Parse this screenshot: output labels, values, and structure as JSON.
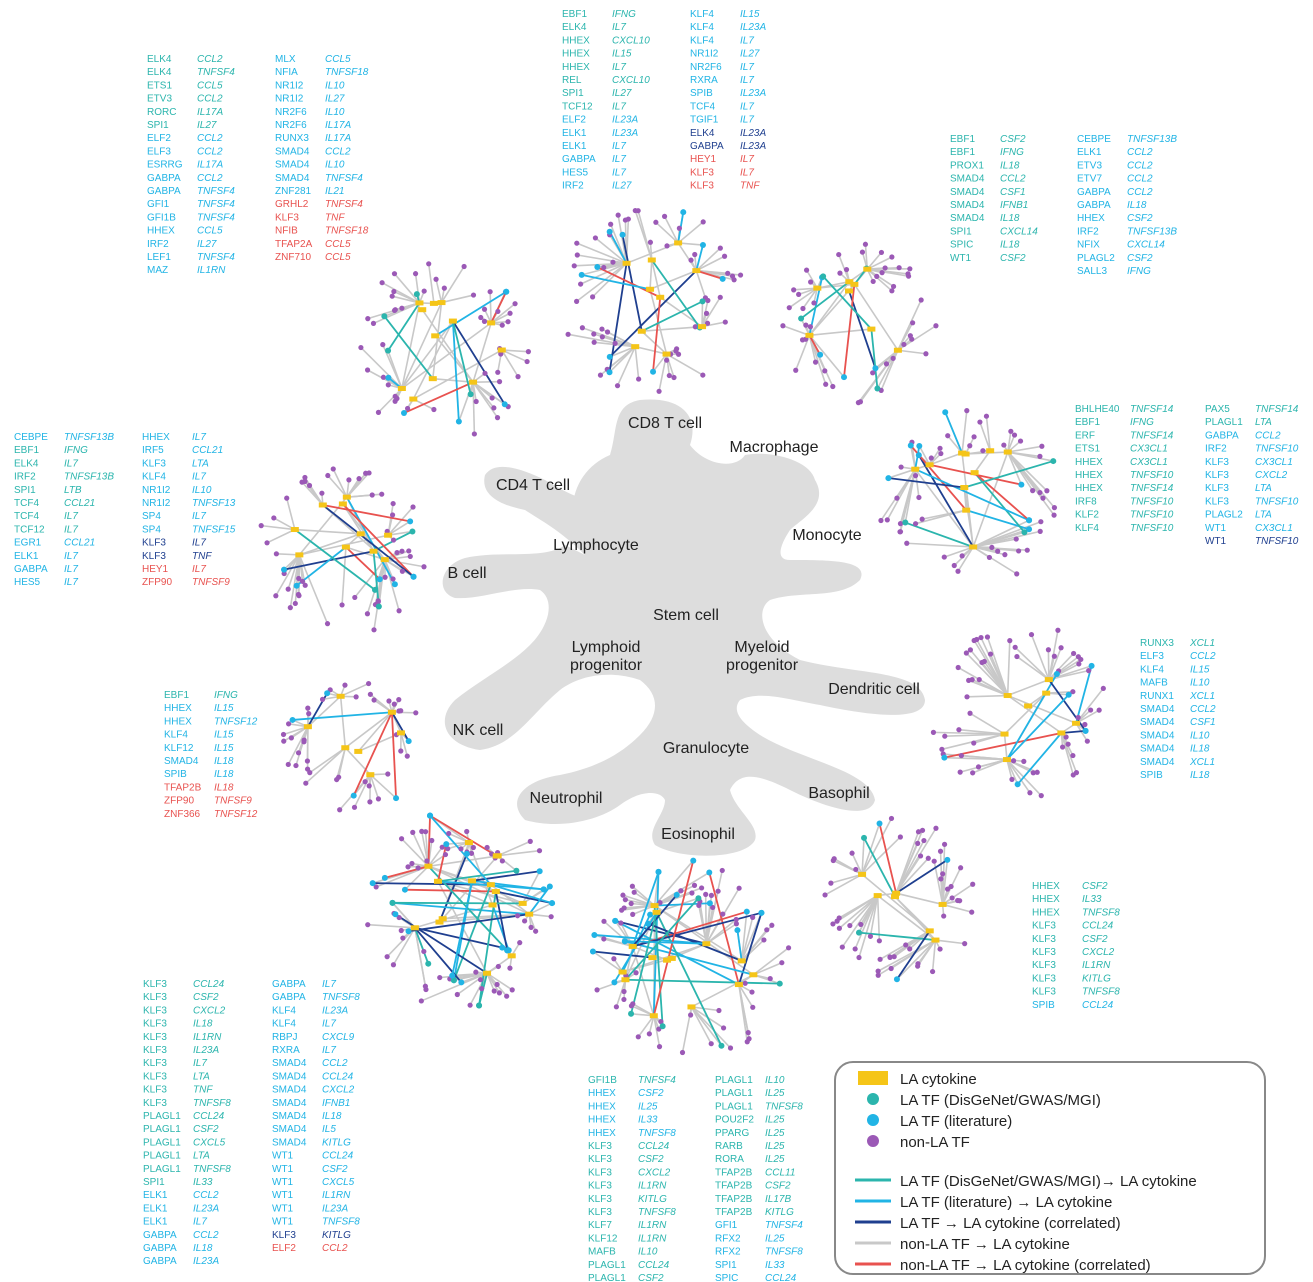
{
  "colors": {
    "green": "#2bb5ad",
    "cyan": "#21b4e5",
    "navy": "#1f3f8f",
    "gray": "#c8c8c8",
    "red": "#e8524f",
    "purple": "#9b59b6",
    "yellow": "#f5c518",
    "blob": "#dddddd"
  },
  "regions": [
    "CD8 T cell",
    "Macrophage",
    "CD4 T cell",
    "Lymphocyte",
    "Monocyte",
    "B cell",
    "Stem cell",
    "Lymphoid progenitor",
    "Myeloid progenitor",
    "Dendritic cell",
    "NK cell",
    "Granulocyte",
    "Neutrophil",
    "Basophil",
    "Eosinophil"
  ],
  "legend": {
    "nodes": [
      "LA cytokine",
      "LA TF (DisGeNet/GWAS/MGI)",
      "LA TF (literature)",
      "non-LA TF"
    ],
    "edges": [
      "LA TF (DisGeNet/GWAS/MGI)→ LA cytokine",
      "LA TF (literature) → LA cytokine",
      "LA TF → LA cytokine (correlated)",
      "non-LA TF → LA cytokine",
      "non-LA TF → LA cytokine (correlated)"
    ]
  },
  "lists": {
    "cd4_a": [
      [
        "ELK4",
        "CCL2",
        "g"
      ],
      [
        "ELK4",
        "TNFSF4",
        "g"
      ],
      [
        "ETS1",
        "CCL5",
        "g"
      ],
      [
        "ETV3",
        "CCL2",
        "g"
      ],
      [
        "RORC",
        "IL17A",
        "g"
      ],
      [
        "SPI1",
        "IL27",
        "g"
      ],
      [
        "ELF2",
        "CCL2",
        "c"
      ],
      [
        "ELF3",
        "CCL2",
        "c"
      ],
      [
        "ESRRG",
        "IL17A",
        "c"
      ],
      [
        "GABPA",
        "CCL2",
        "c"
      ],
      [
        "GABPA",
        "TNFSF4",
        "c"
      ],
      [
        "GFI1",
        "TNFSF4",
        "c"
      ],
      [
        "GFI1B",
        "TNFSF4",
        "c"
      ],
      [
        "HHEX",
        "CCL5",
        "c"
      ],
      [
        "IRF2",
        "IL27",
        "c"
      ],
      [
        "LEF1",
        "TNFSF4",
        "c"
      ],
      [
        "MAZ",
        "IL1RN",
        "c"
      ]
    ],
    "cd4_b": [
      [
        "MLX",
        "CCL5",
        "c"
      ],
      [
        "NFIA",
        "TNFSF18",
        "c"
      ],
      [
        "NR1I2",
        "IL10",
        "c"
      ],
      [
        "NR1I2",
        "IL27",
        "c"
      ],
      [
        "NR2F6",
        "IL10",
        "c"
      ],
      [
        "NR2F6",
        "IL17A",
        "c"
      ],
      [
        "RUNX3",
        "IL17A",
        "c"
      ],
      [
        "SMAD4",
        "CCL2",
        "c"
      ],
      [
        "SMAD4",
        "IL10",
        "c"
      ],
      [
        "SMAD4",
        "TNFSF4",
        "c"
      ],
      [
        "ZNF281",
        "IL21",
        "c"
      ],
      [
        "GRHL2",
        "TNFSF4",
        "r"
      ],
      [
        "KLF3",
        "TNF",
        "r"
      ],
      [
        "NFIB",
        "TNFSF18",
        "r"
      ],
      [
        "TFAP2A",
        "CCL5",
        "r"
      ],
      [
        "ZNF710",
        "CCL5",
        "r"
      ]
    ],
    "cd8_a": [
      [
        "EBF1",
        "IFNG",
        "g"
      ],
      [
        "ELK4",
        "IL7",
        "g"
      ],
      [
        "HHEX",
        "CXCL10",
        "g"
      ],
      [
        "HHEX",
        "IL15",
        "g"
      ],
      [
        "HHEX",
        "IL7",
        "g"
      ],
      [
        "REL",
        "CXCL10",
        "g"
      ],
      [
        "SPI1",
        "IL27",
        "g"
      ],
      [
        "TCF12",
        "IL7",
        "g"
      ],
      [
        "ELF2",
        "IL23A",
        "c"
      ],
      [
        "ELK1",
        "IL23A",
        "c"
      ],
      [
        "ELK1",
        "IL7",
        "c"
      ],
      [
        "GABPA",
        "IL7",
        "c"
      ],
      [
        "HES5",
        "IL7",
        "c"
      ],
      [
        "IRF2",
        "IL27",
        "c"
      ]
    ],
    "cd8_b": [
      [
        "KLF4",
        "IL15",
        "c"
      ],
      [
        "KLF4",
        "IL23A",
        "c"
      ],
      [
        "KLF4",
        "IL7",
        "c"
      ],
      [
        "NR1I2",
        "IL27",
        "c"
      ],
      [
        "NR2F6",
        "IL7",
        "c"
      ],
      [
        "RXRA",
        "IL7",
        "c"
      ],
      [
        "SPIB",
        "IL23A",
        "c"
      ],
      [
        "TCF4",
        "IL7",
        "c"
      ],
      [
        "TGIF1",
        "IL7",
        "c"
      ],
      [
        "ELK4",
        "IL23A",
        "n"
      ],
      [
        "GABPA",
        "IL23A",
        "n"
      ],
      [
        "HEY1",
        "IL7",
        "r"
      ],
      [
        "KLF3",
        "IL7",
        "r"
      ],
      [
        "KLF3",
        "TNF",
        "r"
      ]
    ],
    "mac_a": [
      [
        "EBF1",
        "CSF2",
        "g"
      ],
      [
        "EBF1",
        "IFNG",
        "g"
      ],
      [
        "PROX1",
        "IL18",
        "g"
      ],
      [
        "SMAD4",
        "CCL2",
        "g"
      ],
      [
        "SMAD4",
        "CSF1",
        "g"
      ],
      [
        "SMAD4",
        "IFNB1",
        "g"
      ],
      [
        "SMAD4",
        "IL18",
        "g"
      ],
      [
        "SPI1",
        "CXCL14",
        "g"
      ],
      [
        "SPIC",
        "IL18",
        "g"
      ],
      [
        "WT1",
        "CSF2",
        "g"
      ]
    ],
    "mac_b": [
      [
        "CEBPE",
        "TNFSF13B",
        "c"
      ],
      [
        "ELK1",
        "CCL2",
        "c"
      ],
      [
        "ETV3",
        "CCL2",
        "c"
      ],
      [
        "ETV7",
        "CCL2",
        "c"
      ],
      [
        "GABPA",
        "CCL2",
        "c"
      ],
      [
        "GABPA",
        "IL18",
        "c"
      ],
      [
        "HHEX",
        "CSF2",
        "c"
      ],
      [
        "IRF2",
        "TNFSF13B",
        "c"
      ],
      [
        "NFIX",
        "CXCL14",
        "c"
      ],
      [
        "PLAGL2",
        "CSF2",
        "c"
      ],
      [
        "SALL3",
        "IFNG",
        "c"
      ]
    ],
    "mono_a": [
      [
        "BHLHE40",
        "TNFSF14",
        "g"
      ],
      [
        "EBF1",
        "IFNG",
        "g"
      ],
      [
        "ERF",
        "TNFSF14",
        "g"
      ],
      [
        "ETS1",
        "CX3CL1",
        "g"
      ],
      [
        "HHEX",
        "CX3CL1",
        "g"
      ],
      [
        "HHEX",
        "TNFSF10",
        "g"
      ],
      [
        "HHEX",
        "TNFSF14",
        "g"
      ],
      [
        "IRF8",
        "TNFSF10",
        "g"
      ],
      [
        "KLF2",
        "TNFSF10",
        "g"
      ],
      [
        "KLF4",
        "TNFSF10",
        "g"
      ]
    ],
    "mono_b": [
      [
        "PAX5",
        "TNFSF14",
        "g"
      ],
      [
        "PLAGL1",
        "LTA",
        "g"
      ],
      [
        "GABPA",
        "CCL2",
        "c"
      ],
      [
        "IRF2",
        "TNFSF10",
        "c"
      ],
      [
        "KLF3",
        "CX3CL1",
        "c"
      ],
      [
        "KLF3",
        "CXCL2",
        "c"
      ],
      [
        "KLF3",
        "LTA",
        "c"
      ],
      [
        "KLF3",
        "TNFSF10",
        "c"
      ],
      [
        "PLAGL2",
        "LTA",
        "c"
      ],
      [
        "WT1",
        "CX3CL1",
        "c"
      ],
      [
        "WT1",
        "TNFSF10",
        "n"
      ]
    ],
    "bcell_a": [
      [
        "CEBPE",
        "TNFSF13B",
        "c"
      ],
      [
        "EBF1",
        "IFNG",
        "g"
      ],
      [
        "ELK4",
        "IL7",
        "g"
      ],
      [
        "IRF2",
        "TNFSF13B",
        "g"
      ],
      [
        "SPI1",
        "LTB",
        "g"
      ],
      [
        "TCF4",
        "CCL21",
        "g"
      ],
      [
        "TCF4",
        "IL7",
        "g"
      ],
      [
        "TCF12",
        "IL7",
        "g"
      ],
      [
        "EGR1",
        "CCL21",
        "c"
      ],
      [
        "ELK1",
        "IL7",
        "c"
      ],
      [
        "GABPA",
        "IL7",
        "c"
      ],
      [
        "HES5",
        "IL7",
        "c"
      ]
    ],
    "bcell_b": [
      [
        "HHEX",
        "IL7",
        "c"
      ],
      [
        "IRF5",
        "CCL21",
        "c"
      ],
      [
        "KLF3",
        "LTA",
        "c"
      ],
      [
        "KLF4",
        "IL7",
        "c"
      ],
      [
        "NR1I2",
        "IL10",
        "c"
      ],
      [
        "NR1I2",
        "TNFSF13",
        "c"
      ],
      [
        "SP4",
        "IL7",
        "c"
      ],
      [
        "SP4",
        "TNFSF15",
        "c"
      ],
      [
        "KLF3",
        "IL7",
        "n"
      ],
      [
        "KLF3",
        "TNF",
        "n"
      ],
      [
        "HEY1",
        "IL7",
        "r"
      ],
      [
        "ZFP90",
        "TNFSF9",
        "r"
      ]
    ],
    "dc": [
      [
        "RUNX3",
        "XCL1",
        "g"
      ],
      [
        "ELF3",
        "CCL2",
        "c"
      ],
      [
        "KLF4",
        "IL15",
        "c"
      ],
      [
        "MAFB",
        "IL10",
        "c"
      ],
      [
        "RUNX1",
        "XCL1",
        "c"
      ],
      [
        "SMAD4",
        "CCL2",
        "c"
      ],
      [
        "SMAD4",
        "CSF1",
        "c"
      ],
      [
        "SMAD4",
        "IL10",
        "c"
      ],
      [
        "SMAD4",
        "IL18",
        "c"
      ],
      [
        "SMAD4",
        "XCL1",
        "c"
      ],
      [
        "SPIB",
        "IL18",
        "c"
      ]
    ],
    "nk": [
      [
        "EBF1",
        "IFNG",
        "g"
      ],
      [
        "HHEX",
        "IL15",
        "c"
      ],
      [
        "HHEX",
        "TNFSF12",
        "c"
      ],
      [
        "KLF4",
        "IL15",
        "c"
      ],
      [
        "KLF12",
        "IL15",
        "c"
      ],
      [
        "SMAD4",
        "IL18",
        "c"
      ],
      [
        "SPIB",
        "IL18",
        "c"
      ],
      [
        "TFAP2B",
        "IL18",
        "r"
      ],
      [
        "ZFP90",
        "TNFSF9",
        "r"
      ],
      [
        "ZNF366",
        "TNFSF12",
        "r"
      ]
    ],
    "baso": [
      [
        "HHEX",
        "CSF2",
        "g"
      ],
      [
        "HHEX",
        "IL33",
        "g"
      ],
      [
        "HHEX",
        "TNFSF8",
        "g"
      ],
      [
        "KLF3",
        "CCL24",
        "g"
      ],
      [
        "KLF3",
        "CSF2",
        "g"
      ],
      [
        "KLF3",
        "CXCL2",
        "g"
      ],
      [
        "KLF3",
        "IL1RN",
        "g"
      ],
      [
        "KLF3",
        "KITLG",
        "g"
      ],
      [
        "KLF3",
        "TNFSF8",
        "g"
      ],
      [
        "SPIB",
        "CCL24",
        "c"
      ]
    ],
    "neu_a": [
      [
        "KLF3",
        "CCL24",
        "g"
      ],
      [
        "KLF3",
        "CSF2",
        "g"
      ],
      [
        "KLF3",
        "CXCL2",
        "g"
      ],
      [
        "KLF3",
        "IL18",
        "g"
      ],
      [
        "KLF3",
        "IL1RN",
        "g"
      ],
      [
        "KLF3",
        "IL23A",
        "g"
      ],
      [
        "KLF3",
        "IL7",
        "g"
      ],
      [
        "KLF3",
        "LTA",
        "g"
      ],
      [
        "KLF3",
        "TNF",
        "g"
      ],
      [
        "KLF3",
        "TNFSF8",
        "g"
      ],
      [
        "PLAGL1",
        "CCL24",
        "g"
      ],
      [
        "PLAGL1",
        "CSF2",
        "g"
      ],
      [
        "PLAGL1",
        "CXCL5",
        "g"
      ],
      [
        "PLAGL1",
        "LTA",
        "g"
      ],
      [
        "PLAGL1",
        "TNFSF8",
        "g"
      ],
      [
        "SPI1",
        "IL33",
        "g"
      ],
      [
        "ELK1",
        "CCL2",
        "c"
      ],
      [
        "ELK1",
        "IL23A",
        "c"
      ],
      [
        "ELK1",
        "IL7",
        "c"
      ],
      [
        "GABPA",
        "CCL2",
        "c"
      ],
      [
        "GABPA",
        "IL18",
        "c"
      ],
      [
        "GABPA",
        "IL23A",
        "c"
      ]
    ],
    "neu_b": [
      [
        "GABPA",
        "IL7",
        "c"
      ],
      [
        "GABPA",
        "TNFSF8",
        "c"
      ],
      [
        "KLF4",
        "IL23A",
        "c"
      ],
      [
        "KLF4",
        "IL7",
        "c"
      ],
      [
        "RBPJ",
        "CXCL9",
        "c"
      ],
      [
        "RXRA",
        "IL7",
        "c"
      ],
      [
        "SMAD4",
        "CCL2",
        "c"
      ],
      [
        "SMAD4",
        "CCL24",
        "c"
      ],
      [
        "SMAD4",
        "CXCL2",
        "c"
      ],
      [
        "SMAD4",
        "IFNB1",
        "c"
      ],
      [
        "SMAD4",
        "IL18",
        "c"
      ],
      [
        "SMAD4",
        "IL5",
        "c"
      ],
      [
        "SMAD4",
        "KITLG",
        "c"
      ],
      [
        "WT1",
        "CCL24",
        "c"
      ],
      [
        "WT1",
        "CSF2",
        "c"
      ],
      [
        "WT1",
        "CXCL5",
        "c"
      ],
      [
        "WT1",
        "IL1RN",
        "c"
      ],
      [
        "WT1",
        "IL23A",
        "c"
      ],
      [
        "WT1",
        "TNFSF8",
        "c"
      ],
      [
        "KLF3",
        "KITLG",
        "n"
      ],
      [
        "ELF2",
        "CCL2",
        "r"
      ]
    ],
    "eos_a": [
      [
        "GFI1B",
        "TNFSF4",
        "g"
      ],
      [
        "HHEX",
        "CSF2",
        "c"
      ],
      [
        "HHEX",
        "IL25",
        "c"
      ],
      [
        "HHEX",
        "IL33",
        "c"
      ],
      [
        "HHEX",
        "TNFSF8",
        "c"
      ],
      [
        "KLF3",
        "CCL24",
        "g"
      ],
      [
        "KLF3",
        "CSF2",
        "g"
      ],
      [
        "KLF3",
        "CXCL2",
        "g"
      ],
      [
        "KLF3",
        "IL1RN",
        "g"
      ],
      [
        "KLF3",
        "KITLG",
        "g"
      ],
      [
        "KLF3",
        "TNFSF8",
        "g"
      ],
      [
        "KLF7",
        "IL1RN",
        "g"
      ],
      [
        "KLF12",
        "IL1RN",
        "g"
      ],
      [
        "MAFB",
        "IL10",
        "g"
      ],
      [
        "PLAGL1",
        "CCL24",
        "g"
      ],
      [
        "PLAGL1",
        "CSF2",
        "g"
      ]
    ],
    "eos_b": [
      [
        "PLAGL1",
        "IL10",
        "g"
      ],
      [
        "PLAGL1",
        "IL25",
        "g"
      ],
      [
        "PLAGL1",
        "TNFSF8",
        "g"
      ],
      [
        "POU2F2",
        "IL25",
        "g"
      ],
      [
        "PPARG",
        "IL25",
        "g"
      ],
      [
        "RARB",
        "IL25",
        "g"
      ],
      [
        "RORA",
        "IL25",
        "g"
      ],
      [
        "TFAP2B",
        "CCL11",
        "g"
      ],
      [
        "TFAP2B",
        "CSF2",
        "g"
      ],
      [
        "TFAP2B",
        "IL17B",
        "g"
      ],
      [
        "TFAP2B",
        "KITLG",
        "g"
      ],
      [
        "GFI1",
        "TNFSF4",
        "c"
      ],
      [
        "RFX2",
        "IL25",
        "c"
      ],
      [
        "RFX2",
        "TNFSF8",
        "c"
      ],
      [
        "SPI1",
        "IL33",
        "c"
      ],
      [
        "SPIC",
        "CCL24",
        "c"
      ]
    ]
  }
}
